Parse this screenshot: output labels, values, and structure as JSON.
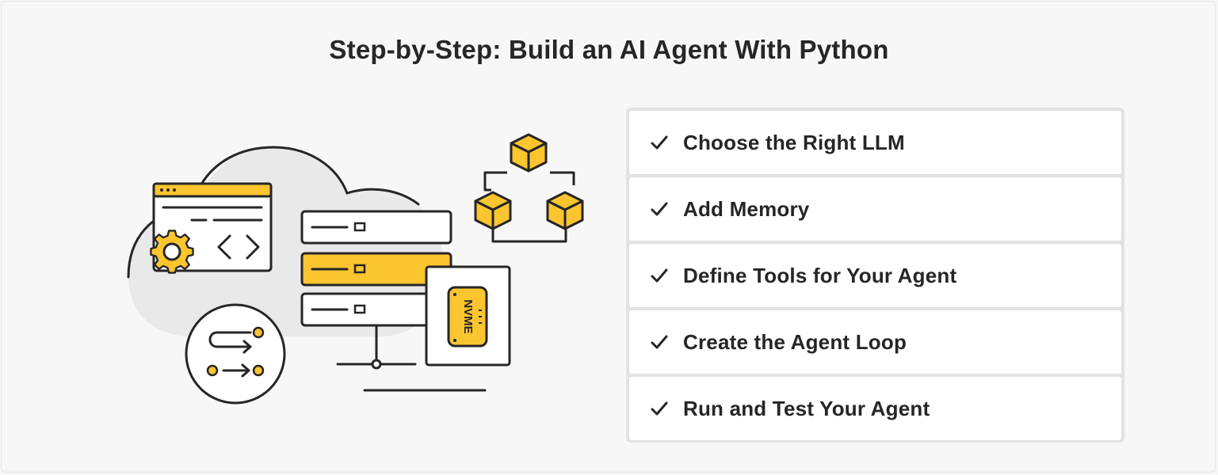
{
  "page": {
    "title": "Step-by-Step: Build an AI Agent With Python"
  },
  "illustration": {
    "chip_text": "NVME"
  },
  "steps": [
    {
      "label": "Choose the Right LLM"
    },
    {
      "label": "Add Memory"
    },
    {
      "label": "Define Tools for Your Agent"
    },
    {
      "label": "Create the Agent Loop"
    },
    {
      "label": "Run and Test Your Agent"
    }
  ],
  "colors": {
    "accent": "#fbc530",
    "ink": "#262626",
    "background": "#f7f7f7",
    "cloud": "#e9e9e9"
  }
}
